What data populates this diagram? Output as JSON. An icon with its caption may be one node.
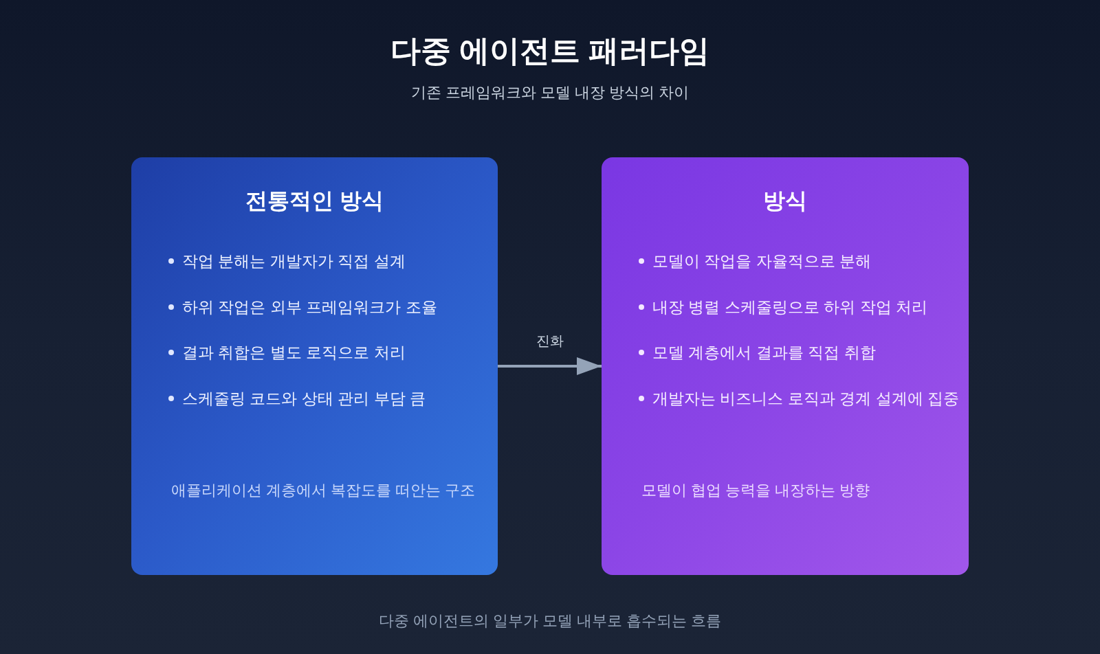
{
  "diagram": {
    "title": "다중 에이전트 패러다임",
    "caption": "다중 에이전트의 일부가 모델 내부로 흡수되는 흐름",
    "nodes": [
      {
        "text": [
          "전통적인 방식",
          "작업 분해는 개발자가 직접 설계",
          "하위 작업은 외부 프레임워크가 조율",
          "결과 취합은 별도 로직으로 처리",
          "스케줄링 코드와 상태 관리 부담 큼",
          "애플리케이션 계층에서 복잡도를 떠안는 구조"
        ]
      },
      {
        "text": [
          "방식",
          "모델이 작업을 자율적으로 분해",
          "내장 병렬 스케줄링으로 하위 작업 처리",
          "모델 계층에서 결과를 직접 취합",
          "개발자는 비즈니스 로직과 경계 설계에 집중",
          "모델이 협업 능력을 내장하는 방향"
        ]
      }
    ],
    "edges": [
      {
        "from": 0,
        "to": 1,
        "arrow": "to",
        "label": "진화"
      }
    ],
    "labels": [
      "기존 프레임워크와 모델 내장 방식의 차이"
    ]
  }
}
